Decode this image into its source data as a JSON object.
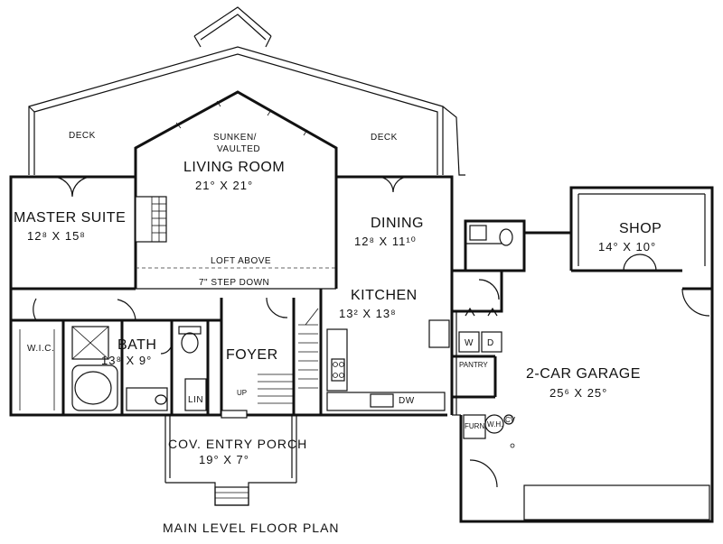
{
  "title": "MAIN LEVEL FLOOR PLAN",
  "labels": {
    "deck_left": "DECK",
    "deck_right": "DECK",
    "sunken": "SUNKEN/",
    "vaulted": "VAULTED",
    "living_room": "LIVING ROOM",
    "living_room_dim": "21° X 21°",
    "master_suite": "MASTER SUITE",
    "master_suite_dim": "12⁸ X 15⁸",
    "dining": "DINING",
    "dining_dim": "12⁸ X 11¹⁰",
    "shop": "SHOP",
    "shop_dim": "14° X 10°",
    "loft_above": "LOFT ABOVE",
    "step_down": "7\" STEP DOWN",
    "kitchen": "KITCHEN",
    "kitchen_dim": "13² X 13⁸",
    "bath": "BATH",
    "bath_dim": "13⁸ X 9°",
    "wic": "W.I.C.",
    "foyer": "FOYER",
    "lin": "LIN",
    "up": "UP",
    "dw": "DW",
    "washer": "W",
    "dryer": "D",
    "pantry": "PANTRY",
    "garage": "2-CAR GARAGE",
    "garage_dim": "25⁶ X 25°",
    "furn": "FURN",
    "wh": "W.H.",
    "cv": "CV",
    "porch": "COV. ENTRY PORCH",
    "porch_dim": "19° X 7°"
  }
}
